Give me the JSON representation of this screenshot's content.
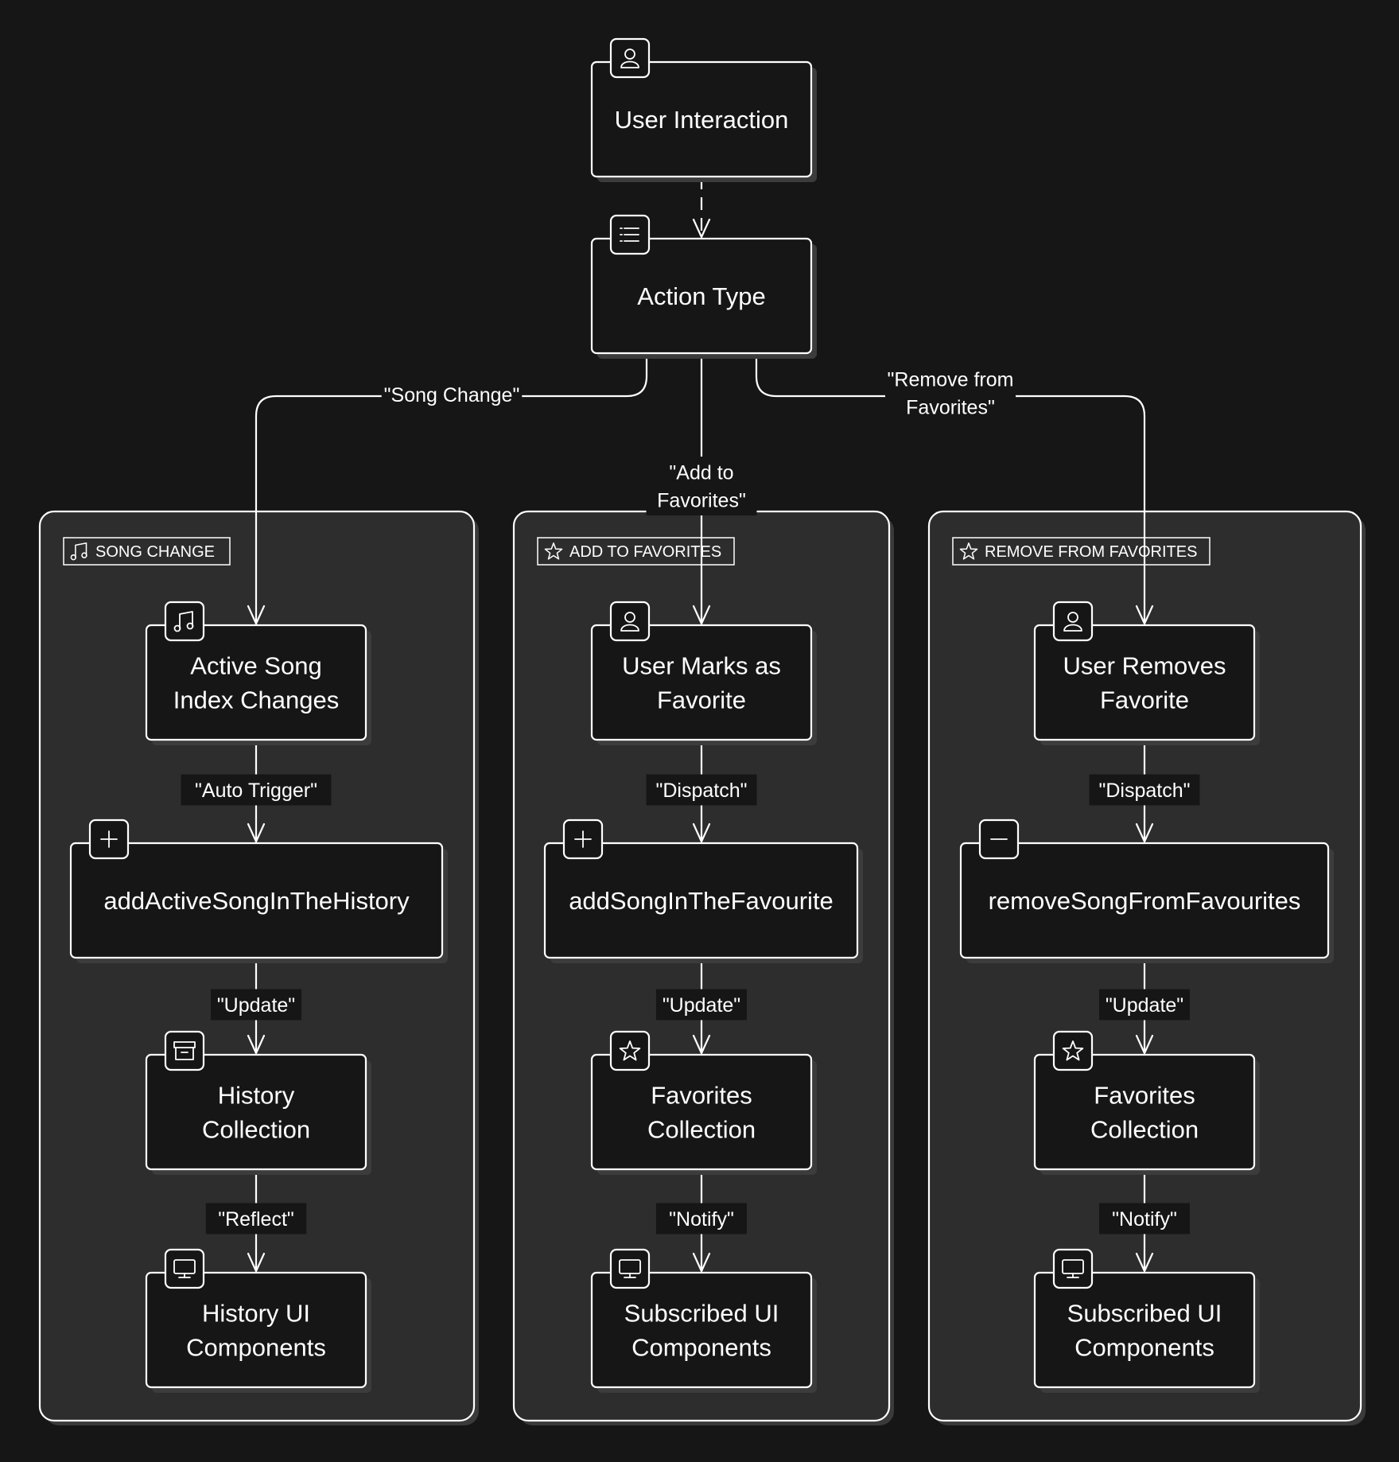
{
  "colors": {
    "background": "#161616",
    "group_fill": "#2d2d2d",
    "stroke": "#ffffff",
    "text": "#ffffff"
  },
  "nodes": {
    "user_interaction": {
      "label": [
        "User Interaction"
      ],
      "icon": "user-icon"
    },
    "action_type": {
      "label": [
        "Action Type"
      ],
      "icon": "list-icon"
    },
    "active_song": {
      "label": [
        "Active Song",
        "Index Changes"
      ],
      "icon": "music-note-icon"
    },
    "add_active_song": {
      "label": [
        "addActiveSongInTheHistory"
      ],
      "icon": "plus-icon"
    },
    "history_collection": {
      "label": [
        "History",
        "Collection"
      ],
      "icon": "archive-icon"
    },
    "history_ui": {
      "label": [
        "History UI",
        "Components"
      ],
      "icon": "monitor-icon"
    },
    "user_marks": {
      "label": [
        "User Marks as",
        "Favorite"
      ],
      "icon": "user-icon"
    },
    "add_song_fav": {
      "label": [
        "addSongInTheFavourite"
      ],
      "icon": "plus-icon"
    },
    "fav_collection_add": {
      "label": [
        "Favorites",
        "Collection"
      ],
      "icon": "star-icon"
    },
    "subscribed_ui_add": {
      "label": [
        "Subscribed UI",
        "Components"
      ],
      "icon": "monitor-icon"
    },
    "user_removes": {
      "label": [
        "User Removes",
        "Favorite"
      ],
      "icon": "user-icon"
    },
    "remove_song_fav": {
      "label": [
        "removeSongFromFavourites"
      ],
      "icon": "minus-icon"
    },
    "fav_collection_remove": {
      "label": [
        "Favorites",
        "Collection"
      ],
      "icon": "star-icon"
    },
    "subscribed_ui_remove": {
      "label": [
        "Subscribed UI",
        "Components"
      ],
      "icon": "monitor-icon"
    }
  },
  "groups": {
    "song_change": {
      "label": "SONG CHANGE",
      "icon": "music-note-icon"
    },
    "add_favorites": {
      "label": "ADD TO FAVORITES",
      "icon": "star-icon"
    },
    "remove_favorites": {
      "label": "REMOVE FROM FAVORITES",
      "icon": "star-icon"
    }
  },
  "edges": {
    "song_change": [
      "\"Song Change\""
    ],
    "add_to_favorites": [
      "\"Add to",
      "Favorites\""
    ],
    "remove_from_favorites": [
      "\"Remove from",
      "Favorites\""
    ],
    "auto_trigger": [
      "\"Auto Trigger\""
    ],
    "update_history": [
      "\"Update\""
    ],
    "reflect": [
      "\"Reflect\""
    ],
    "dispatch_add": [
      "\"Dispatch\""
    ],
    "update_add": [
      "\"Update\""
    ],
    "notify_add": [
      "\"Notify\""
    ],
    "dispatch_remove": [
      "\"Dispatch\""
    ],
    "update_remove": [
      "\"Update\""
    ],
    "notify_remove": [
      "\"Notify\""
    ]
  }
}
